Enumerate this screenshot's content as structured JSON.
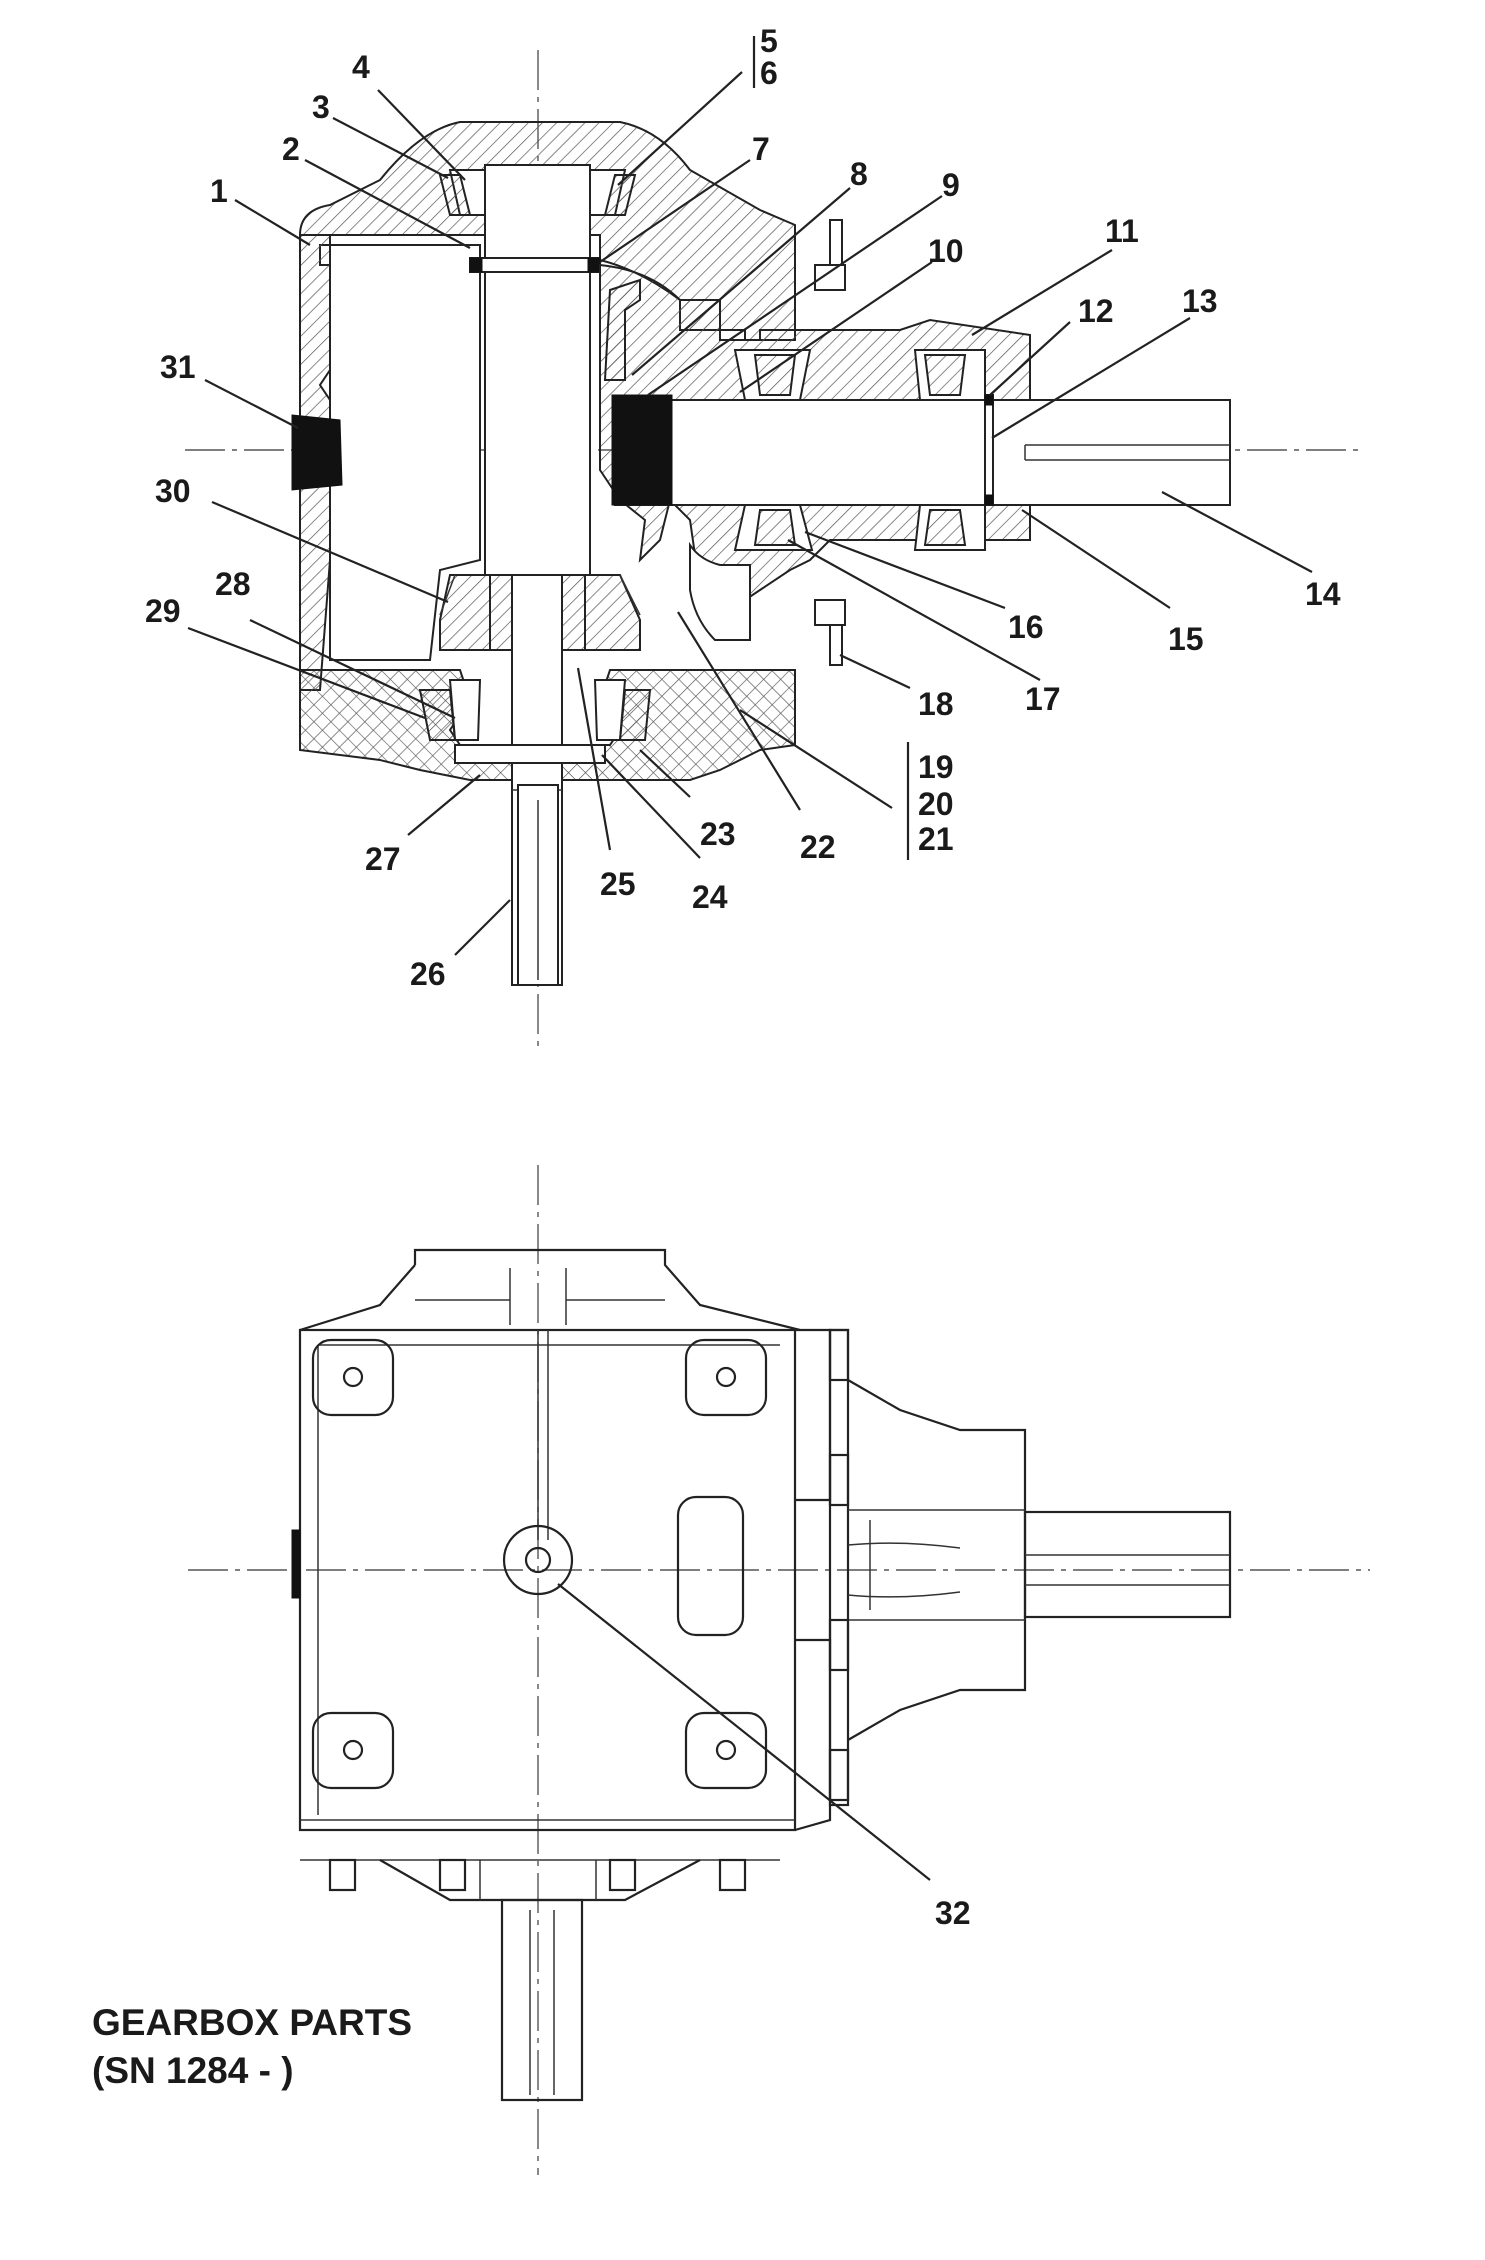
{
  "caption": {
    "line1": "GEARBOX PARTS",
    "line2": "(SN 1284 - )"
  },
  "callouts": [
    "1",
    "2",
    "3",
    "4",
    "5",
    "6",
    "7",
    "8",
    "9",
    "10",
    "11",
    "12",
    "13",
    "14",
    "15",
    "16",
    "17",
    "18",
    "19",
    "20",
    "21",
    "22",
    "23",
    "24",
    "25",
    "26",
    "27",
    "28",
    "29",
    "30",
    "31",
    "32"
  ]
}
